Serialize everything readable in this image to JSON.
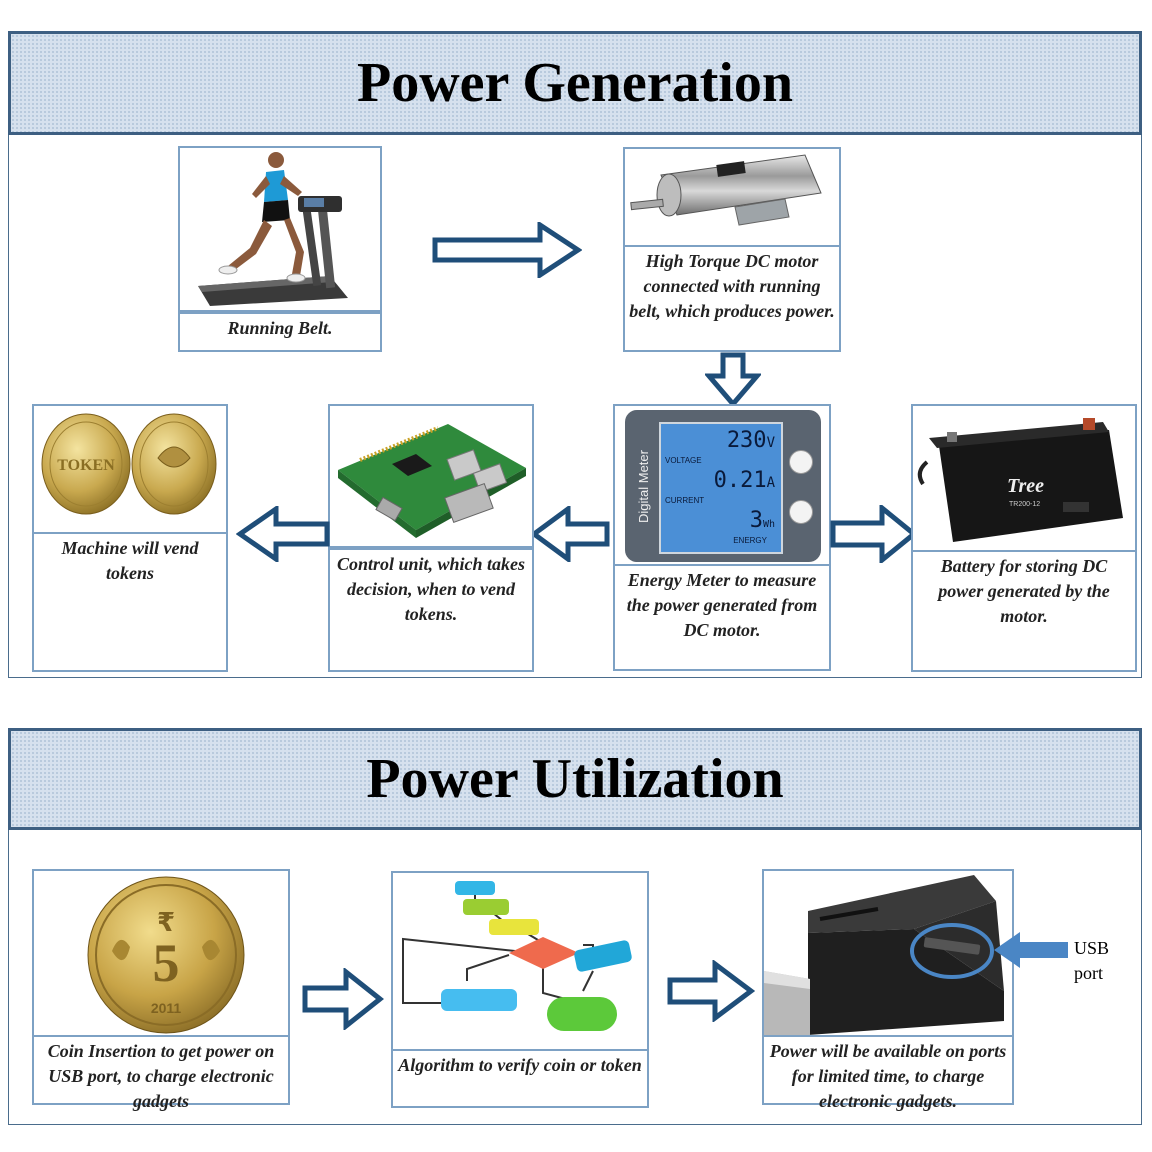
{
  "generation": {
    "title": "Power Generation",
    "running_belt": "Running Belt.",
    "dc_motor": "High Torque DC motor connected with running belt, which produces power.",
    "energy_meter": "Energy Meter to measure the power generated from DC motor.",
    "battery": "Battery for storing DC power generated by the motor.",
    "control_unit": "Control unit, which takes decision, when to vend tokens.",
    "vend_tokens": "Machine will vend tokens",
    "meter_display": {
      "brand": "Digital Meter",
      "voltage_value": "230",
      "voltage_unit": "V",
      "voltage_label": "VOLTAGE",
      "current_value": "0.21",
      "current_unit": "A",
      "current_label": "CURRENT",
      "energy_value": "3",
      "energy_unit": "Wh",
      "energy_label": "ENERGY"
    },
    "battery_brand": "Tree",
    "battery_model": "TR200-12",
    "token_text": "TOKEN"
  },
  "utilization": {
    "title": "Power Utilization",
    "coin": "Coin Insertion to get power on USB port, to charge electronic gadgets",
    "algorithm": "Algorithm to verify coin or token",
    "power_available": "Power will be available on ports for limited time, to charge electronic gadgets.",
    "usb_label_line1": "USB",
    "usb_label_line2": "port",
    "coin_value": "5",
    "coin_year": "2011",
    "coin_symbol": "₹"
  },
  "colors": {
    "banner_border": "#3d5f82",
    "banner_fill": "#d6e1ee",
    "box_border": "#7da1c4",
    "arrow": "#1f4e79",
    "usb_arrow": "#4a86c5"
  },
  "icons": [
    "treadmill-runner-icon",
    "dc-motor-icon",
    "digital-meter-icon",
    "battery-icon",
    "raspberry-pi-board-icon",
    "token-coins-icon",
    "rupee-coin-icon",
    "flowchart-icon",
    "charging-kiosk-icon"
  ]
}
